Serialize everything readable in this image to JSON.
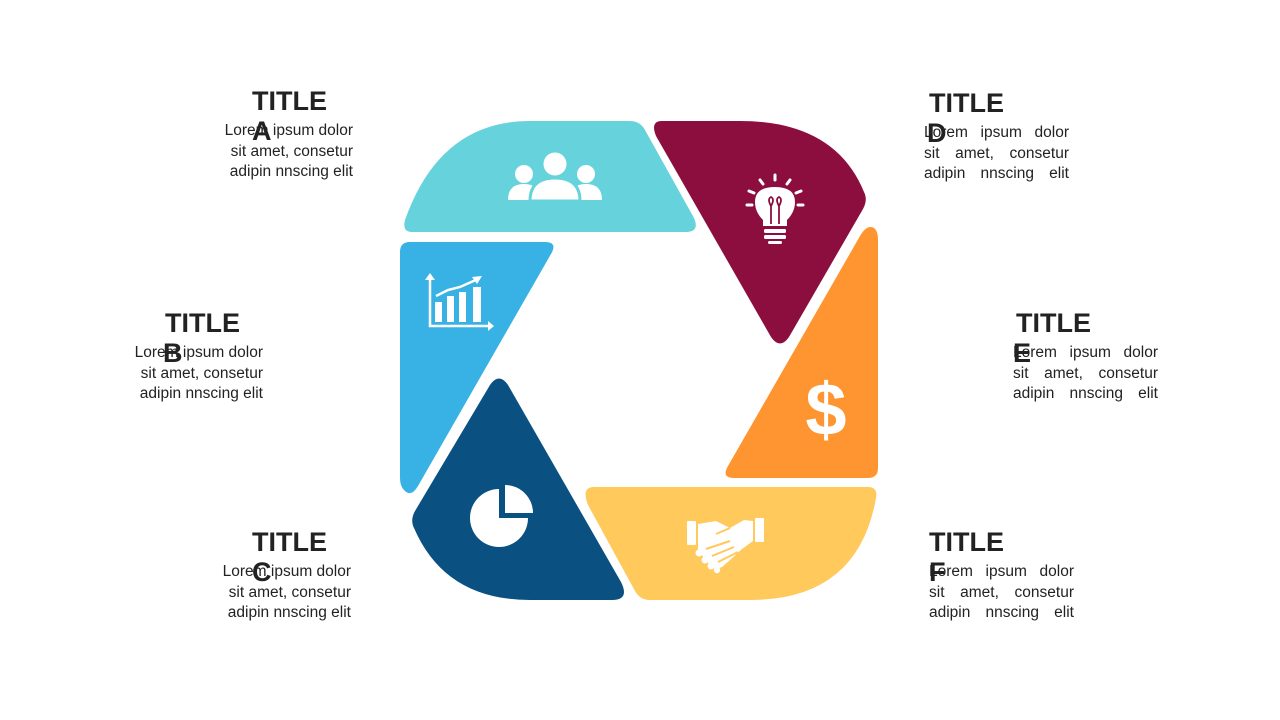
{
  "colors": {
    "segment_a": "#66D3DC",
    "segment_b": "#38B2E4",
    "segment_c": "#0A5081",
    "segment_d": "#8C0E3E",
    "segment_e": "#FF9530",
    "segment_f": "#FFC95C",
    "icon": "#ffffff",
    "text": "#222222"
  },
  "labels": {
    "a": {
      "title": "TITLE",
      "letter": "A",
      "line1": "Lorem ipsum dolor",
      "line2": "sit amet, consetur",
      "line3": "adipin nnscing elit"
    },
    "b": {
      "title": "TITLE",
      "letter": "B",
      "line1": "Lorem ipsum dolor",
      "line2": "sit amet, consetur",
      "line3": "adipin nnscing elit"
    },
    "c": {
      "title": "TITLE",
      "letter": "C",
      "line1": "Lorem ipsum dolor",
      "line2": "sit amet, consetur",
      "line3": "adipin nnscing elit"
    },
    "d": {
      "title": "TITLE",
      "letter": "D",
      "line1": "Lorem ipsum dolor",
      "line2": "sit amet, consetur",
      "line3": "adipin nnscing elit"
    },
    "e": {
      "title": "TITLE",
      "letter": "E",
      "line1": "Lorem ipsum dolor",
      "line2": "sit amet, consetur",
      "line3": "adipin nnscing elit"
    },
    "f": {
      "title": "TITLE",
      "letter": "F",
      "line1": "Lorem ipsum dolor",
      "line2": "sit amet, consetur",
      "line3": "adipin nnscing elit"
    }
  },
  "icons": {
    "a": "people-group-icon",
    "b": "bar-chart-growth-icon",
    "c": "pie-chart-icon",
    "d": "lightbulb-icon",
    "e": "dollar-sign-icon",
    "f": "handshake-icon"
  },
  "dollar_symbol": "$"
}
